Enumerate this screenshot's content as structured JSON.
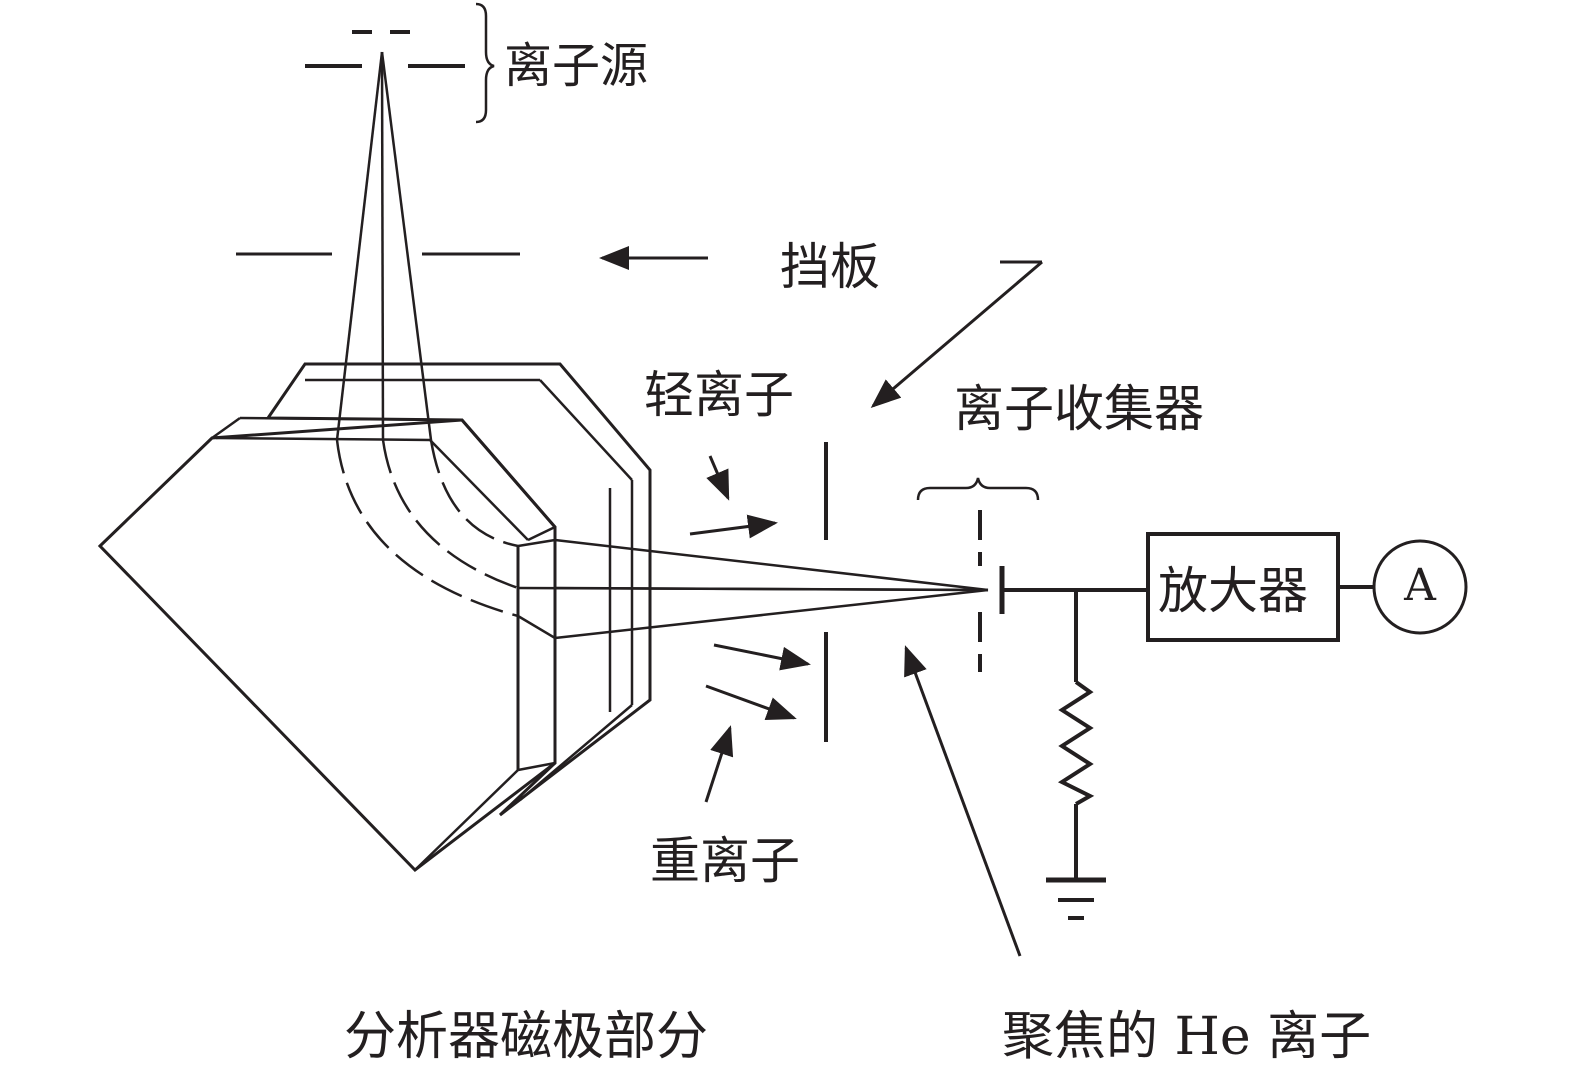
{
  "labels": {
    "ion_source": "离子源",
    "baffle": "挡板",
    "light_ions": "轻离子",
    "ion_collector": "离子收集器",
    "heavy_ions": "重离子",
    "amplifier": "放大器",
    "meter": "A",
    "magnet_section": "分析器磁极部分",
    "focused_he_ions": "聚焦的 He 离子"
  },
  "colors": {
    "ink": "#231f20",
    "background": "#ffffff"
  }
}
